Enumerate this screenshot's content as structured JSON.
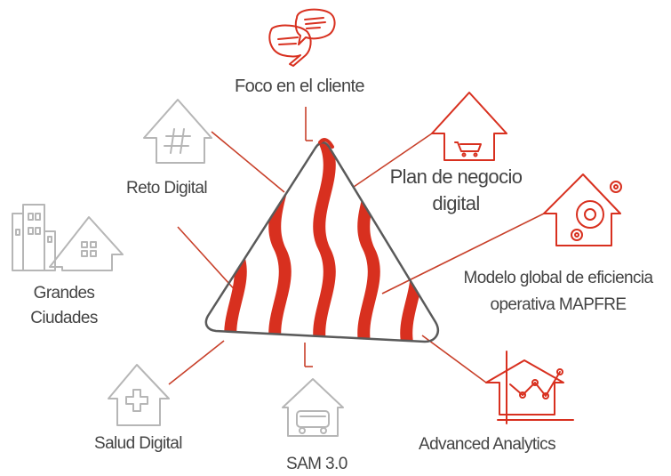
{
  "center": {
    "name": "warning-triangle"
  },
  "nodes": {
    "foco": "Foco en el cliente",
    "plan_line1": "Plan de negocio",
    "plan_line2": "digital",
    "modelo_line1": "Modelo global de eficiencia",
    "modelo_line2": "operativa MAPFRE",
    "analytics": "Advanced Analytics",
    "sam": "SAM 3.0",
    "salud": "Salud Digital",
    "grandes_line1": "Grandes",
    "grandes_line2": "Ciudades",
    "reto": "Reto Digital"
  },
  "icons": {
    "foco": "speech-bubbles-icon",
    "plan": "shopping-cart-house-icon",
    "modelo": "gears-house-icon",
    "analytics": "chart-house-icon",
    "sam": "car-house-icon",
    "salud": "medical-cross-house-icon",
    "grandes": "city-buildings-icon",
    "reto": "hashtag-house-icon"
  },
  "colors": {
    "accent": "#d8301f",
    "connector": "#c8402a",
    "muted": "#b6b6b6",
    "text": "#444444"
  }
}
